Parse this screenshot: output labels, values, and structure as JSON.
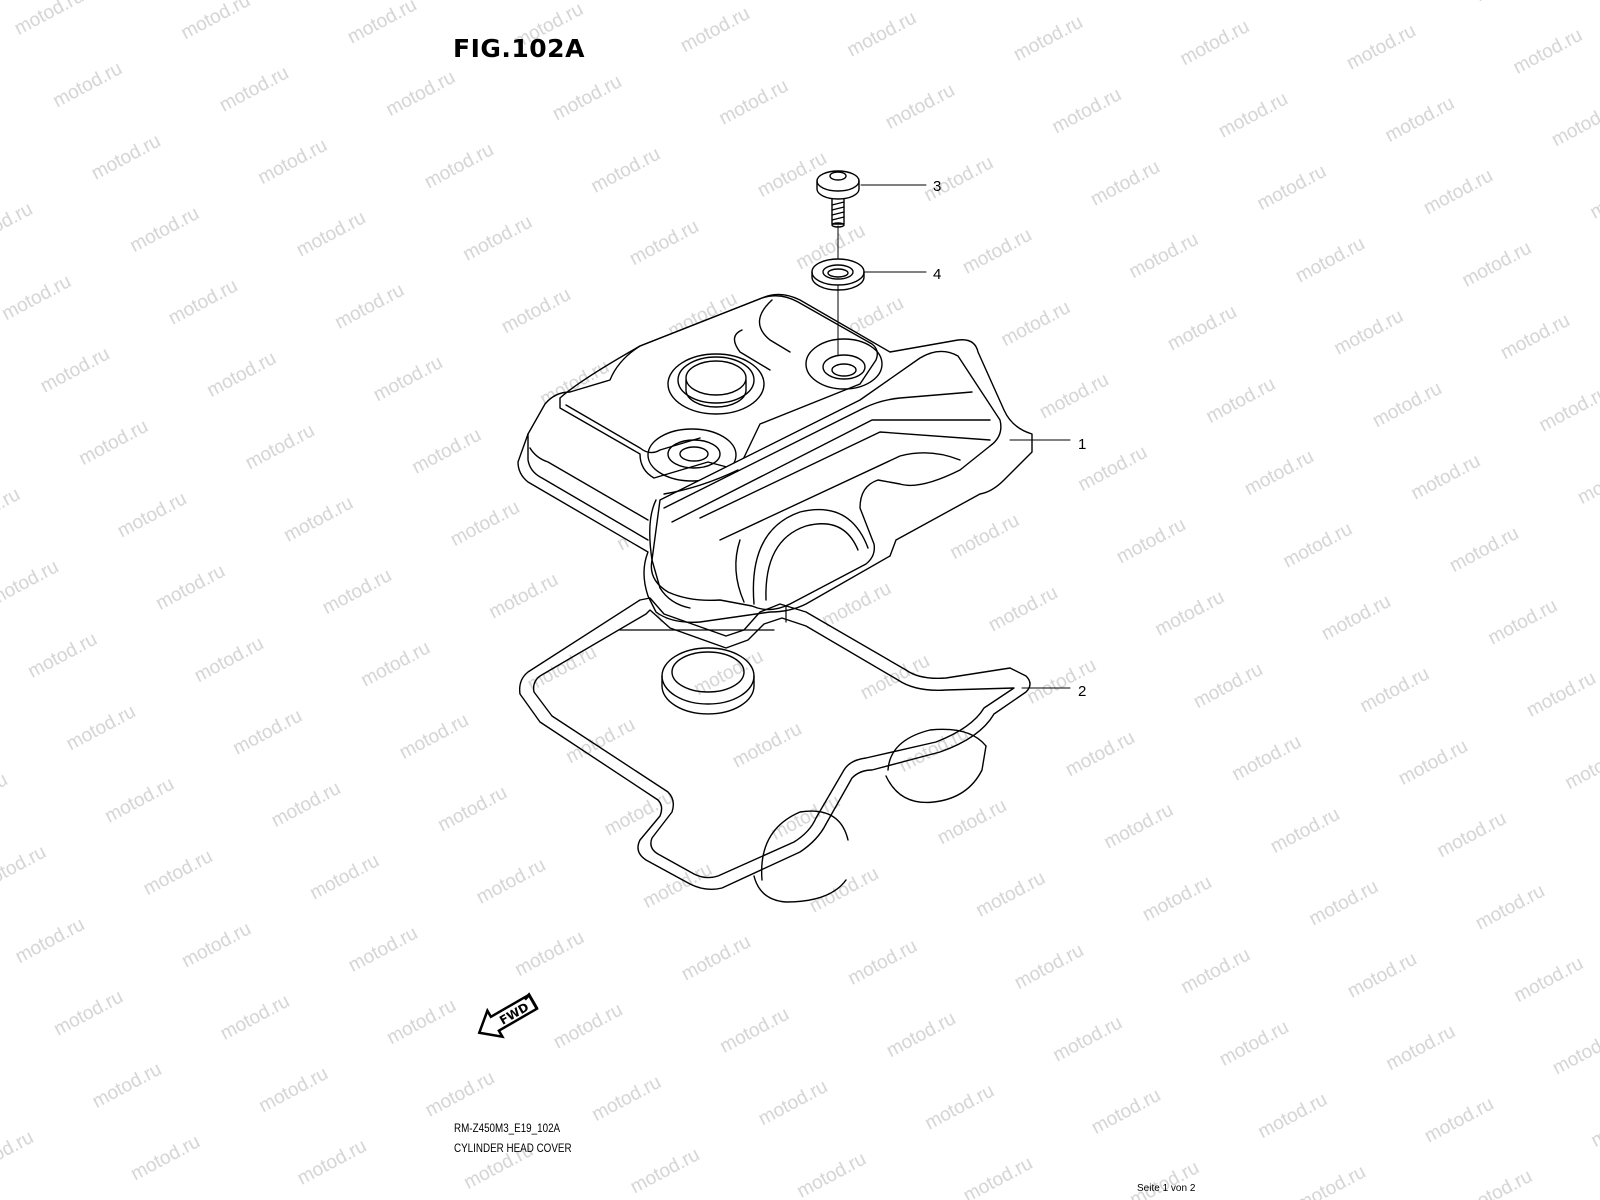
{
  "figure": {
    "title": "FIG.102A",
    "code": "RM-Z450M3_E19_102A",
    "name": "CYLINDER HEAD COVER"
  },
  "watermark": {
    "text": "motod.ru",
    "color": "#d4d4d4"
  },
  "callouts": [
    "1",
    "2",
    "3",
    "4"
  ],
  "forward_label": "FWD",
  "page": "Seite 1 von 2"
}
